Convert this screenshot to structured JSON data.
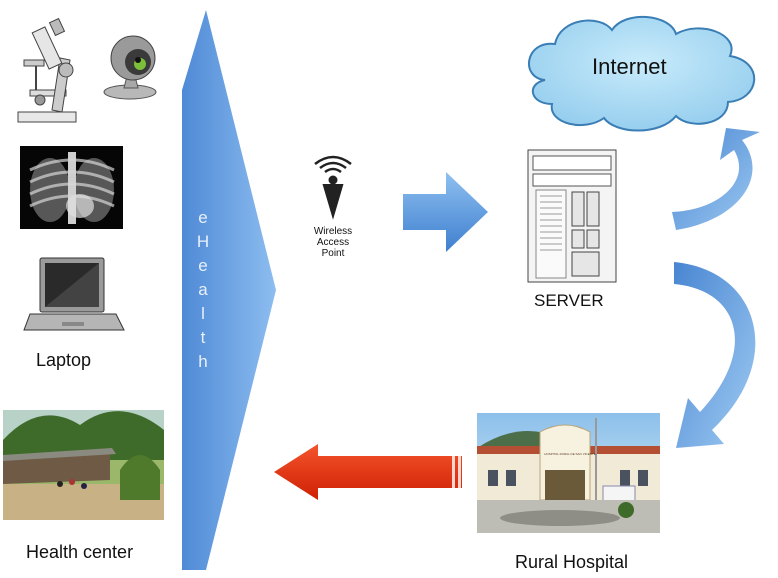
{
  "diagram": {
    "band_label": "eHealth",
    "wireless_label": [
      "Wireless",
      "Access",
      "Point"
    ],
    "server_label": "SERVER",
    "internet_label": "Internet",
    "laptop_label": "Laptop",
    "health_center_label": "Health center",
    "rural_hospital_label": "Rural Hospital",
    "hospital_sign": "HOSPITAL RURAL DE SAO VICENTE"
  },
  "colors": {
    "band": "#6aa0e0",
    "arrow_blue": "#5b9ad8",
    "arrow_red": "#e63012",
    "cloud": "#a9d8f0"
  }
}
